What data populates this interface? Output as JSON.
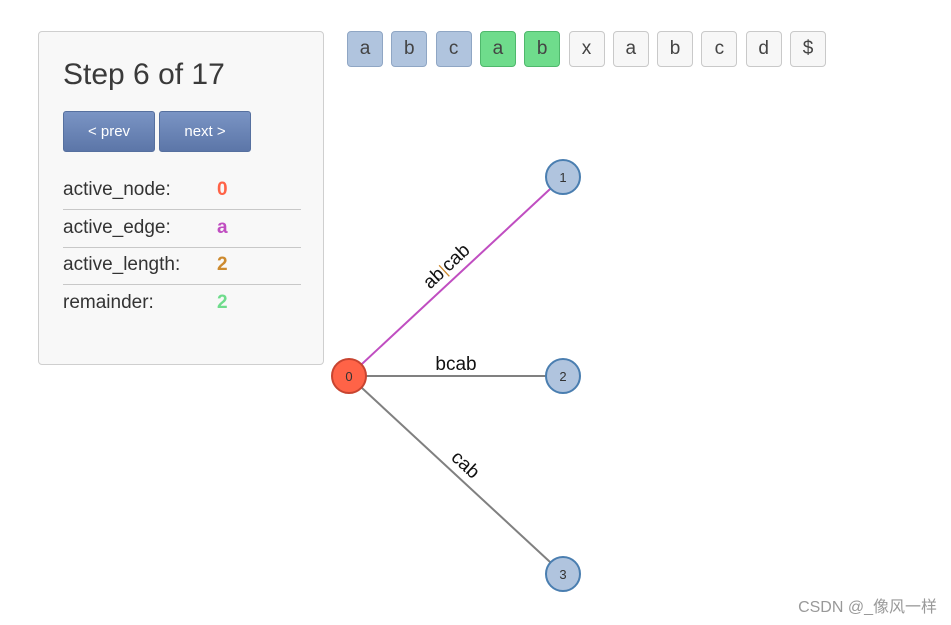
{
  "step_title": "Step 6 of 17",
  "buttons": {
    "prev": "< prev",
    "next": "next >"
  },
  "state": {
    "active_node": {
      "label": "active_node:",
      "value": "0",
      "color": "#ff6347"
    },
    "active_edge": {
      "label": "active_edge:",
      "value": "a",
      "color": "#c04ec1"
    },
    "active_length": {
      "label": "active_length:",
      "value": "2",
      "color": "#cd8a2e"
    },
    "remainder": {
      "label": "remainder:",
      "value": "2",
      "color": "#6fdc8c"
    }
  },
  "characters": [
    {
      "char": "a",
      "state": "processed"
    },
    {
      "char": "b",
      "state": "processed"
    },
    {
      "char": "c",
      "state": "processed"
    },
    {
      "char": "a",
      "state": "remainder"
    },
    {
      "char": "b",
      "state": "remainder"
    },
    {
      "char": "x",
      "state": "pending"
    },
    {
      "char": "a",
      "state": "pending"
    },
    {
      "char": "b",
      "state": "pending"
    },
    {
      "char": "c",
      "state": "pending"
    },
    {
      "char": "d",
      "state": "pending"
    },
    {
      "char": "$",
      "state": "pending"
    }
  ],
  "char_colors": {
    "processed": {
      "bg": "#b0c4de",
      "border": "#8fa6c4"
    },
    "remainder": {
      "bg": "#6fdc8c",
      "border": "#4fb86c"
    },
    "pending": {
      "bg": "#f7f7f7",
      "border": "#c9c9c9"
    }
  },
  "tree": {
    "nodes": [
      {
        "id": "0",
        "label": "0",
        "type": "active"
      },
      {
        "id": "1",
        "label": "1",
        "type": "leaf"
      },
      {
        "id": "2",
        "label": "2",
        "type": "leaf"
      },
      {
        "id": "3",
        "label": "3",
        "type": "leaf"
      }
    ],
    "edges": [
      {
        "from": "0",
        "to": "1",
        "label_before": "ab",
        "label_after": "cab",
        "active": true
      },
      {
        "from": "0",
        "to": "2",
        "label_before": "",
        "label_after": "bcab",
        "active": false
      },
      {
        "from": "0",
        "to": "3",
        "label_before": "",
        "label_after": "cab",
        "active": false
      }
    ],
    "colors": {
      "active_node_fill": "#ff6347",
      "active_node_stroke": "#c84430",
      "leaf_fill": "#b0c4de",
      "leaf_stroke": "#4a7eb0",
      "active_edge": "#c04ec1",
      "edge": "#808080",
      "split_marker": "#cd8a2e"
    }
  },
  "watermark": "CSDN @_像风一样"
}
